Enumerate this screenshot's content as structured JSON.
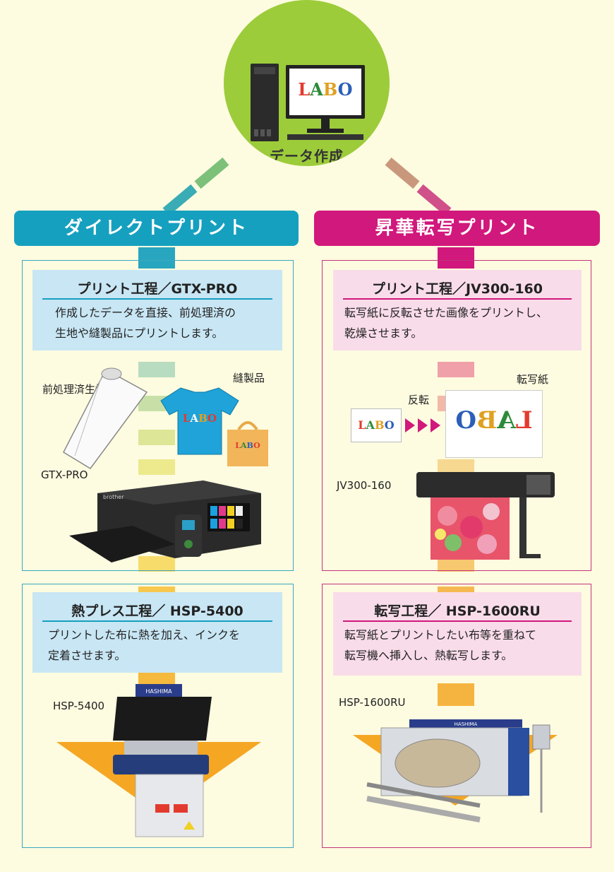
{
  "hub": {
    "logo": "LABO",
    "label": "データ作成"
  },
  "direct": {
    "header": "ダイレクトプリント",
    "step1": {
      "title": "プリント工程／GTX-PRO",
      "desc": [
        "作成したデータを直接、前処理済の",
        "生地や縫製品にプリントします。"
      ],
      "label_fabric": "前処理済生地",
      "label_sewn": "縫製品",
      "label_machine": "GTX-PRO",
      "tshirt_logo": "LABO",
      "bag_logo": "LABO",
      "printer_brand": "brother"
    },
    "step2": {
      "title": "熱プレス工程／ HSP-5400",
      "desc": [
        "プリントした布に熱を加え、インクを",
        "定着させます。"
      ],
      "label_machine": "HSP-5400",
      "press_brand": "HASHIMA"
    }
  },
  "sublimation": {
    "header": "昇華転写プリント",
    "step1": {
      "title": "プリント工程／JV300-160",
      "desc": [
        "転写紙に反転させた画像をプリントし、",
        "乾燥させます。"
      ],
      "label_reverse": "反転",
      "label_paper": "転写紙",
      "label_machine": "JV300-160",
      "logo_normal": "LABO",
      "logo_mirror": "LABO"
    },
    "step2": {
      "title": "転写工程／ HSP-1600RU",
      "desc": [
        "転写紙とプリントしたい布等を重ねて",
        "転写機へ挿入し、熱転写します。"
      ],
      "label_machine": "HSP-1600RU",
      "machine_brand": "HASHIMA"
    }
  },
  "colors": {
    "hub": "#9ccc3a",
    "direct": "#16a0bf",
    "sublimation": "#d1187c",
    "light_blue": "#c8e6f4",
    "light_pink": "#f9dcea",
    "bg": "#fdfbe0"
  }
}
